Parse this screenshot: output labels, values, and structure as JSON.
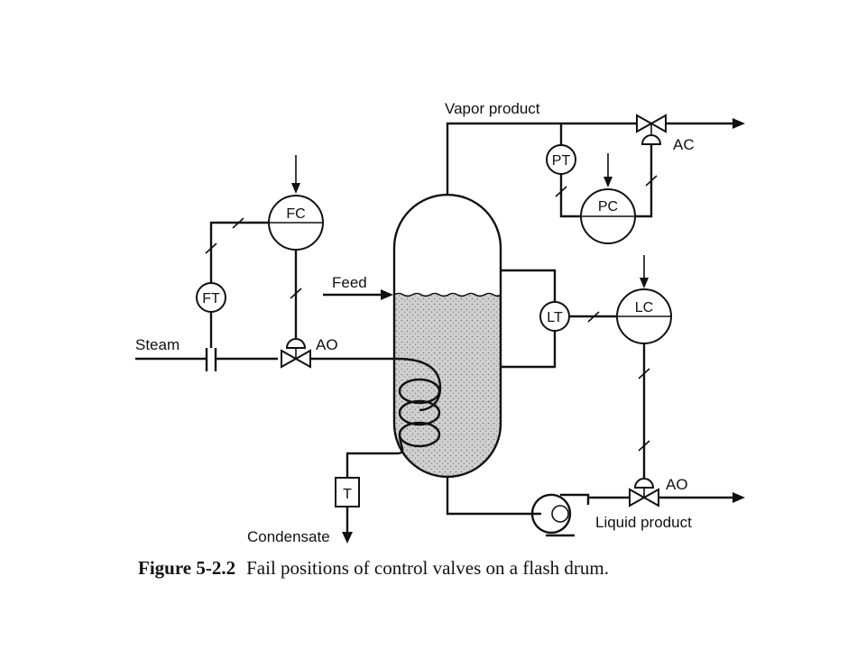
{
  "labels": {
    "vapor_product": "Vapor product",
    "feed": "Feed",
    "steam": "Steam",
    "condensate": "Condensate",
    "liquid_product": "Liquid product"
  },
  "valves": {
    "vapor_fail": "AC",
    "steam_fail": "AO",
    "liquid_fail": "AO"
  },
  "instruments": {
    "fc": "FC",
    "ft": "FT",
    "pt": "PT",
    "pc": "PC",
    "lt": "LT",
    "lc": "LC",
    "trap": "T"
  },
  "caption": {
    "number": "Figure 5-2.2",
    "text": "Fail positions of control valves on a flash drum."
  },
  "colors": {
    "ink": "#111111",
    "liquid_fill": "#c8c8c8",
    "background": "#ffffff"
  }
}
